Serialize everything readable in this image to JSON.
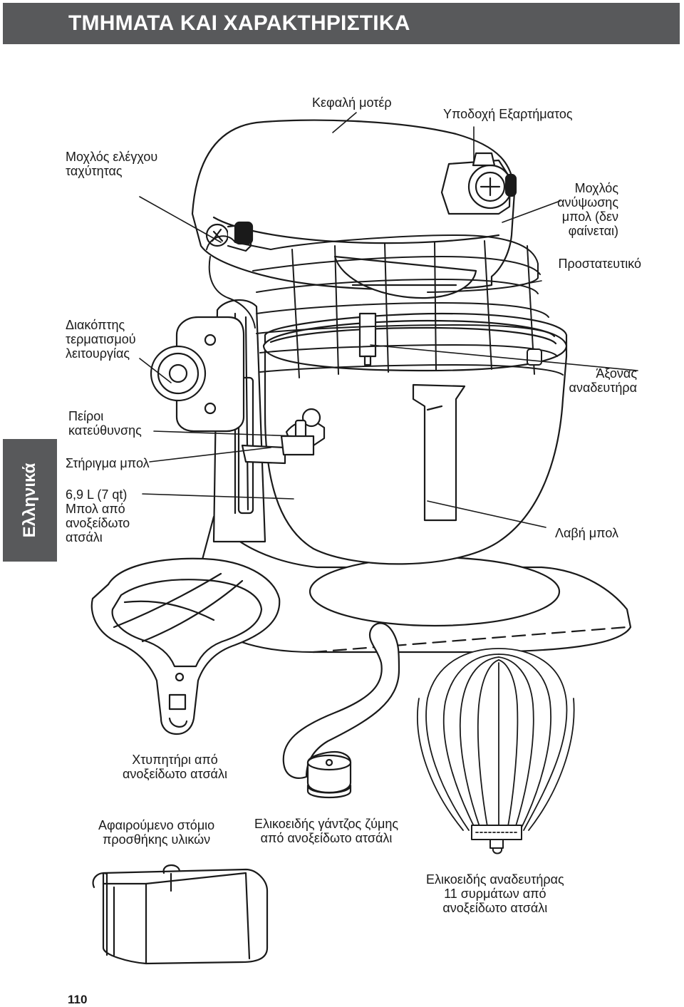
{
  "header": {
    "title": "ΤΜΗΜΑΤΑ ΚΑΙ ΧΑΡΑΚΤΗΡΙΣΤΙΚΑ"
  },
  "side_tab": {
    "language": "Ελληνικά"
  },
  "labels": {
    "motor_head": "Κεφαλή μοτέρ",
    "attachment_hub": "Υποδοχή Εξαρτήματος",
    "speed_control": "Μοχλός ελέγχου\nταχύτητας",
    "bowl_lift": "Μοχλός\nανύψωσης\nμπολ (δεν\nφαίνεται)",
    "guard": "Προστατευτικό",
    "shutdown_switch": "Διακόπτης\nτερματισμού\nλειτουργίας",
    "beater_shaft": "Άξονας\nαναδευτήρα",
    "locating_pins": "Πείροι\nκατεύθυνσης",
    "bowl_support": "Στήριγμα μπολ",
    "bowl": "6,9 L (7 qt)\nΜπολ από\nανοξείδωτο\nατσάλι",
    "bowl_handle": "Λαβή μπολ",
    "flat_beater": "Χτυπητήρι από\nανοξείδωτο ατσάλι",
    "pouring_shield": "Αφαιρούμενο στόμιο\nπροσθήκης υλικών",
    "dough_hook": "Ελικοειδής γάντζος ζύμης\nαπό ανοξείδωτο ατσάλι",
    "wire_whip": "Ελικοειδής αναδευτήρας\n11 συρμάτων από\nανοξείδωτο ατσάλι"
  },
  "footer": {
    "page_number": "110"
  }
}
